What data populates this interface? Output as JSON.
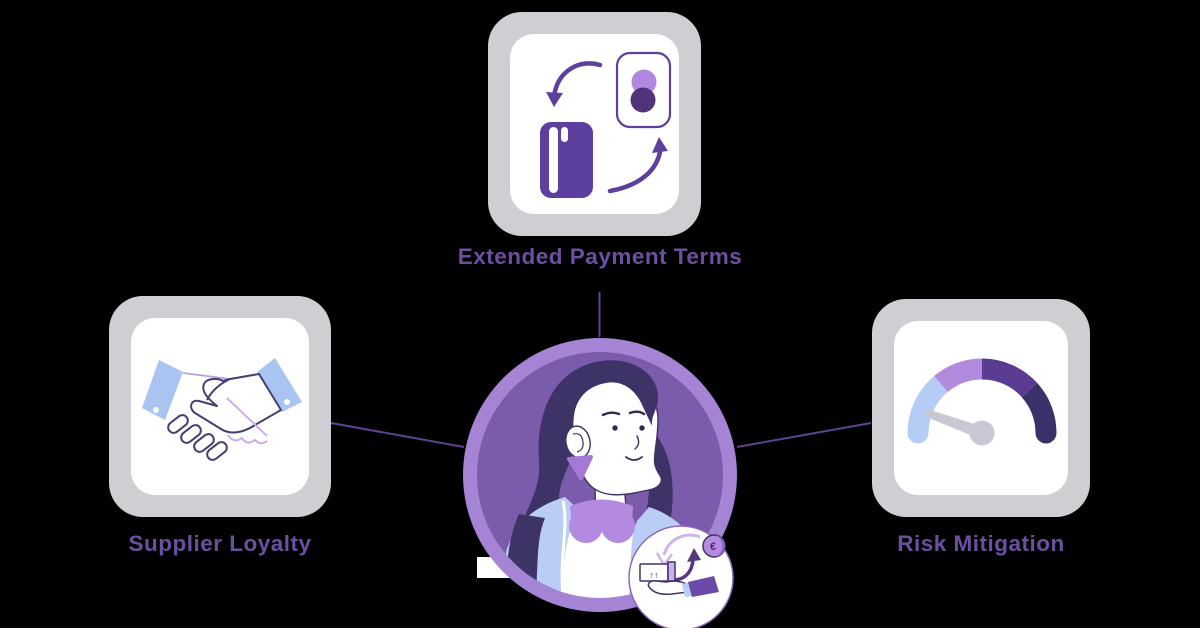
{
  "diagram": {
    "nodes": [
      {
        "id": "extended-payment-terms",
        "label": "Extended Payment Terms",
        "icon": "payment-transfer-icon",
        "position": "top"
      },
      {
        "id": "supplier-loyalty",
        "label": "Supplier Loyalty",
        "icon": "handshake-icon",
        "position": "left"
      },
      {
        "id": "risk-mitigation",
        "label": "Risk Mitigation",
        "icon": "gauge-icon",
        "position": "right"
      }
    ],
    "center": {
      "icon": "woman-avatar-illustration",
      "badge_icon": "goods-for-payment-icon",
      "badge": {
        "currency_symbol": "€",
        "box_marks": "↑↑"
      }
    },
    "colors": {
      "label_text": "#6b4fa0",
      "card_bg": "#cfcfd3",
      "card_inner": "#ffffff",
      "connector": "#5d4390",
      "accent_purple": "#5d3f9e",
      "avatar_ring": "#a584d5",
      "avatar_inner": "#7a5bac",
      "hair": "#3e3366",
      "jacket_blue": "#b9cdf5",
      "collar_purple": "#b48ae0",
      "sleeve_blue": "#a9c4f0",
      "gauge_blue": "#b4ccf6",
      "gauge_light_purple": "#b18ade",
      "gauge_mid_purple": "#5a3d93",
      "gauge_dark_purple": "#3b3069",
      "needle_gray": "#c7c8d3"
    }
  }
}
